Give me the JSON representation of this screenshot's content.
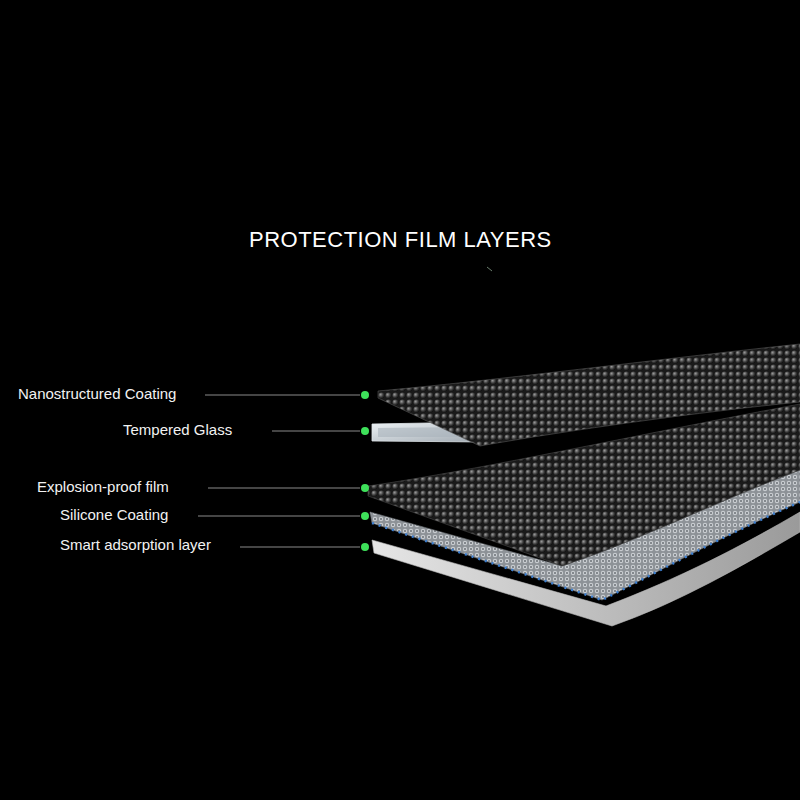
{
  "diagram": {
    "title": "PROTECTION FILM LAYERS",
    "labels": [
      "Nanostructured Coating",
      "Tempered Glass",
      "Explosion-proof film",
      "Silicone Coating",
      "Smart adsorption layer"
    ]
  }
}
